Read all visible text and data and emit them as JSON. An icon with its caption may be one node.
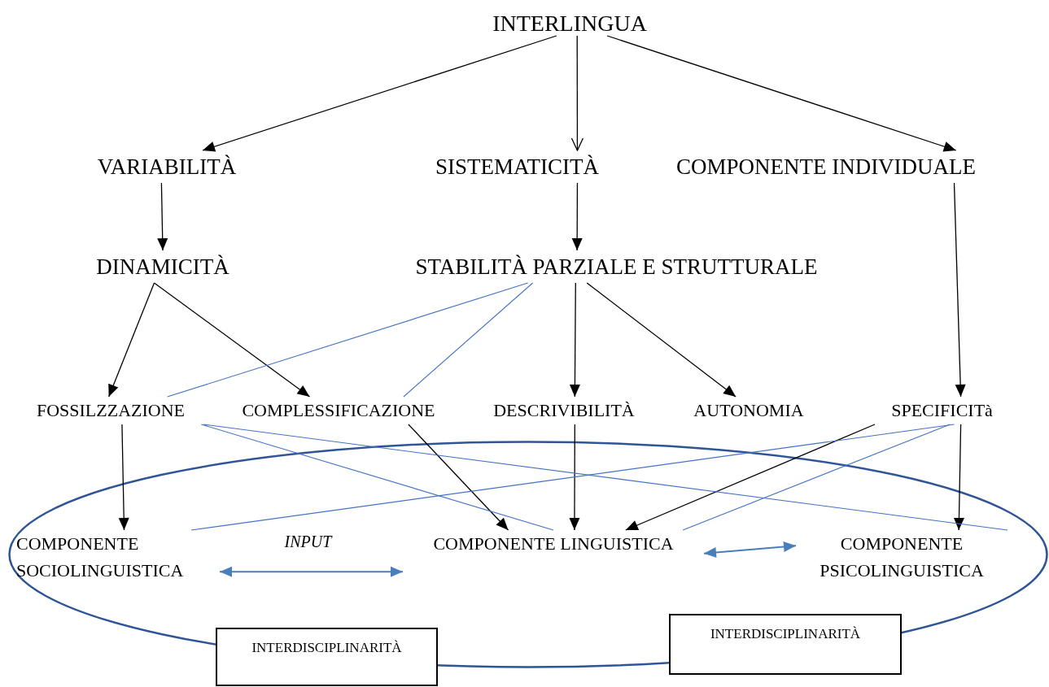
{
  "diagram": {
    "nodes": [
      {
        "text": [
          "INTERLINGUA"
        ]
      },
      {
        "text": [
          "VARIABILITÀ"
        ]
      },
      {
        "text": [
          "SISTEMATICITÀ"
        ]
      },
      {
        "text": [
          "COMPONENTE INDIVIDUALE"
        ]
      },
      {
        "text": [
          "DINAMICITÀ"
        ]
      },
      {
        "text": [
          "STABILITÀ PARZIALE E STRUTTURALE"
        ]
      },
      {
        "text": [
          "FOSSILZZAZIONE"
        ]
      },
      {
        "text": [
          "COMPLESSIFICAZIONE"
        ]
      },
      {
        "text": [
          "DESCRIVIBILITÀ"
        ]
      },
      {
        "text": [
          "AUTONOMIA"
        ]
      },
      {
        "text": [
          "SPECIFICITà"
        ]
      },
      {
        "text": [],
        "shape": "ellipse"
      },
      {
        "text": [
          "COMPONENTE SOCIOLINGUISTICA"
        ],
        "in": 11
      },
      {
        "text": [
          "COMPONENTE LINGUISTICA"
        ],
        "in": 11
      },
      {
        "text": [
          "COMPONENTE PSICOLINGUISTICA"
        ],
        "in": 11
      },
      {
        "text": [
          "INTERDISCIPLINARITÀ"
        ]
      },
      {
        "text": [
          "INTERDISCIPLINARITÀ"
        ]
      }
    ],
    "edges": [
      {
        "from": 0,
        "to": 1,
        "arrow": "to"
      },
      {
        "from": 0,
        "to": 2,
        "arrow": "to"
      },
      {
        "from": 0,
        "to": 3,
        "arrow": "to"
      },
      {
        "from": 1,
        "to": 4,
        "arrow": "to"
      },
      {
        "from": 2,
        "to": 5,
        "arrow": "to"
      },
      {
        "from": 3,
        "to": 10,
        "arrow": "to"
      },
      {
        "from": 4,
        "to": 6,
        "arrow": "to"
      },
      {
        "from": 4,
        "to": 7,
        "arrow": "to"
      },
      {
        "from": 5,
        "to": 8,
        "arrow": "to"
      },
      {
        "from": 5,
        "to": 9,
        "arrow": "to"
      },
      {
        "from": 6,
        "to": 12,
        "arrow": "to"
      },
      {
        "from": 7,
        "to": 13,
        "arrow": "to"
      },
      {
        "from": 8,
        "to": 13,
        "arrow": "to"
      },
      {
        "from": 10,
        "to": 13,
        "arrow": "to"
      },
      {
        "from": 10,
        "to": 14,
        "arrow": "to"
      },
      {
        "from": 5,
        "to": 6,
        "arrow": "none",
        "color": "#4472c4"
      },
      {
        "from": 5,
        "to": 7,
        "arrow": "none",
        "color": "#4472c4"
      },
      {
        "from": 6,
        "to": 13,
        "arrow": "none",
        "color": "#4472c4"
      },
      {
        "from": 6,
        "to": 14,
        "arrow": "none",
        "color": "#4472c4"
      },
      {
        "from": 10,
        "to": 12,
        "arrow": "none",
        "color": "#4472c4"
      },
      {
        "from": 10,
        "to": 13,
        "arrow": "none",
        "color": "#4472c4"
      },
      {
        "from": 12,
        "to": 13,
        "arrow": "both",
        "label": "INPUT",
        "color": "#4a7ebb"
      },
      {
        "from": 13,
        "to": 14,
        "arrow": "both",
        "color": "#4a7ebb"
      }
    ]
  }
}
